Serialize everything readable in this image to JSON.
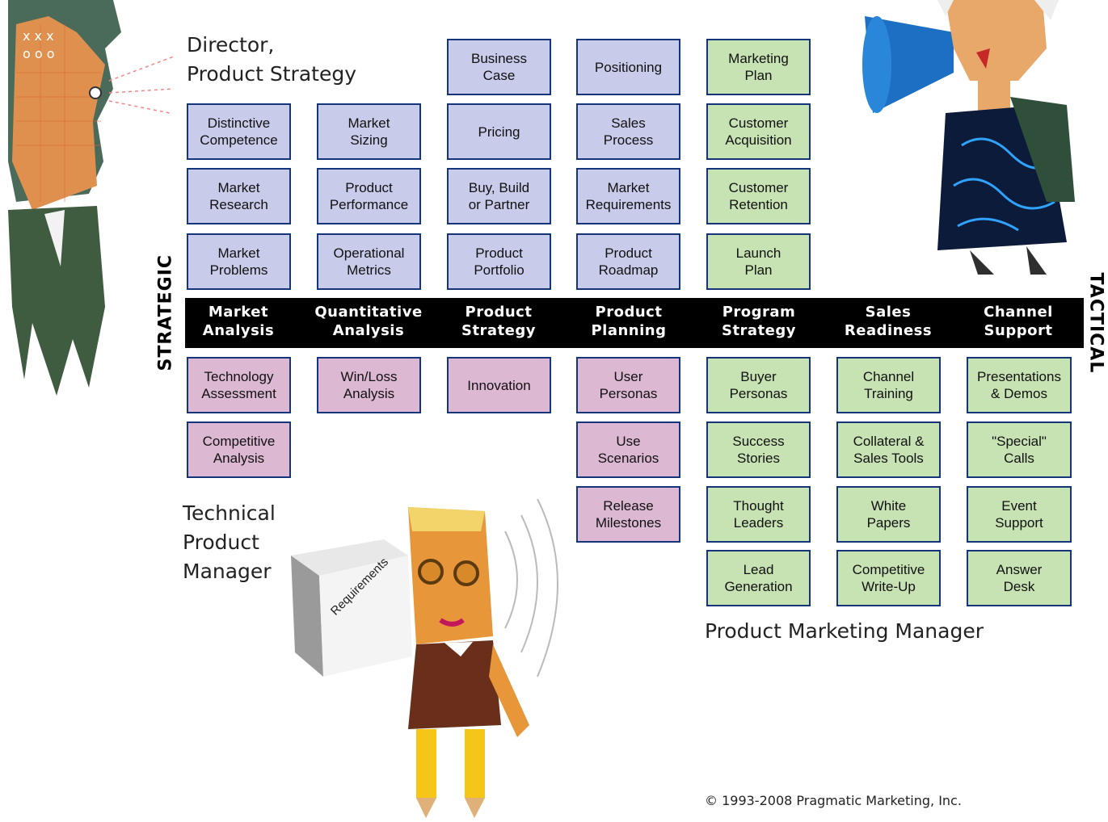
{
  "roles": {
    "director": "Director,\nProduct Strategy",
    "technical": "Technical\nProduct\nManager",
    "marketing": "Product Marketing Manager"
  },
  "side_labels": {
    "left": "STRATEGIC",
    "right": "TACTICAL"
  },
  "categories": [
    "Market\nAnalysis",
    "Quantitative\nAnalysis",
    "Product\nStrategy",
    "Product\nPlanning",
    "Program\nStrategy",
    "Sales\nReadiness",
    "Channel\nSupport"
  ],
  "boxes_above": {
    "market_analysis": [
      "Distinctive\nCompetence",
      "Market\nResearch",
      "Market\nProblems"
    ],
    "quantitative_analysis": [
      "Market\nSizing",
      "Product\nPerformance",
      "Operational\nMetrics"
    ],
    "product_strategy": [
      "Business\nCase",
      "Pricing",
      "Buy, Build\nor Partner",
      "Product\nPortfolio"
    ],
    "product_planning": [
      "Positioning",
      "Sales\nProcess",
      "Market\nRequirements",
      "Product\nRoadmap"
    ],
    "program_strategy": [
      "Marketing\nPlan",
      "Customer\nAcquisition",
      "Customer\nRetention",
      "Launch\nPlan"
    ]
  },
  "boxes_below": {
    "market_analysis": [
      "Technology\nAssessment",
      "Competitive\nAnalysis"
    ],
    "quantitative_analysis": [
      "Win/Loss\nAnalysis"
    ],
    "product_strategy": [
      "Innovation"
    ],
    "product_planning": [
      "User\nPersonas",
      "Use\nScenarios",
      "Release\nMilestones"
    ],
    "program_strategy": [
      "Buyer\nPersonas",
      "Success\nStories",
      "Thought\nLeaders",
      "Lead\nGeneration"
    ],
    "sales_readiness": [
      "Channel\nTraining",
      "Collateral &\nSales Tools",
      "White\nPapers",
      "Competitive\nWrite-Up"
    ],
    "channel_support": [
      "Presentations\n& Demos",
      "\"Special\"\nCalls",
      "Event\nSupport",
      "Answer\nDesk"
    ]
  },
  "illustration_text": {
    "requirements_box": "Requirements"
  },
  "copyright": "© 1993-2008 Pragmatic Marketing, Inc.",
  "colors": {
    "strategic_box": "#c8cbea",
    "tactical_box": "#c7e2b3",
    "technical_box": "#dcb8d3",
    "box_border": "#14357a",
    "band": "#000000"
  }
}
